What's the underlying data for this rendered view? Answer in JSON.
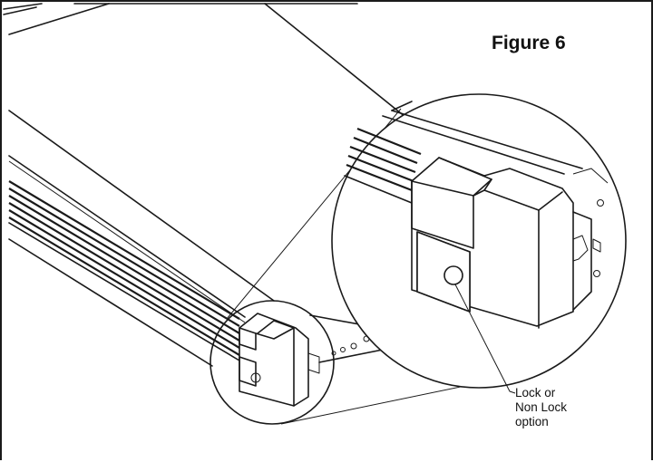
{
  "figure": {
    "title": "Figure 6"
  },
  "callout": {
    "lines": [
      "Lock or",
      "Non Lock",
      "option"
    ]
  }
}
